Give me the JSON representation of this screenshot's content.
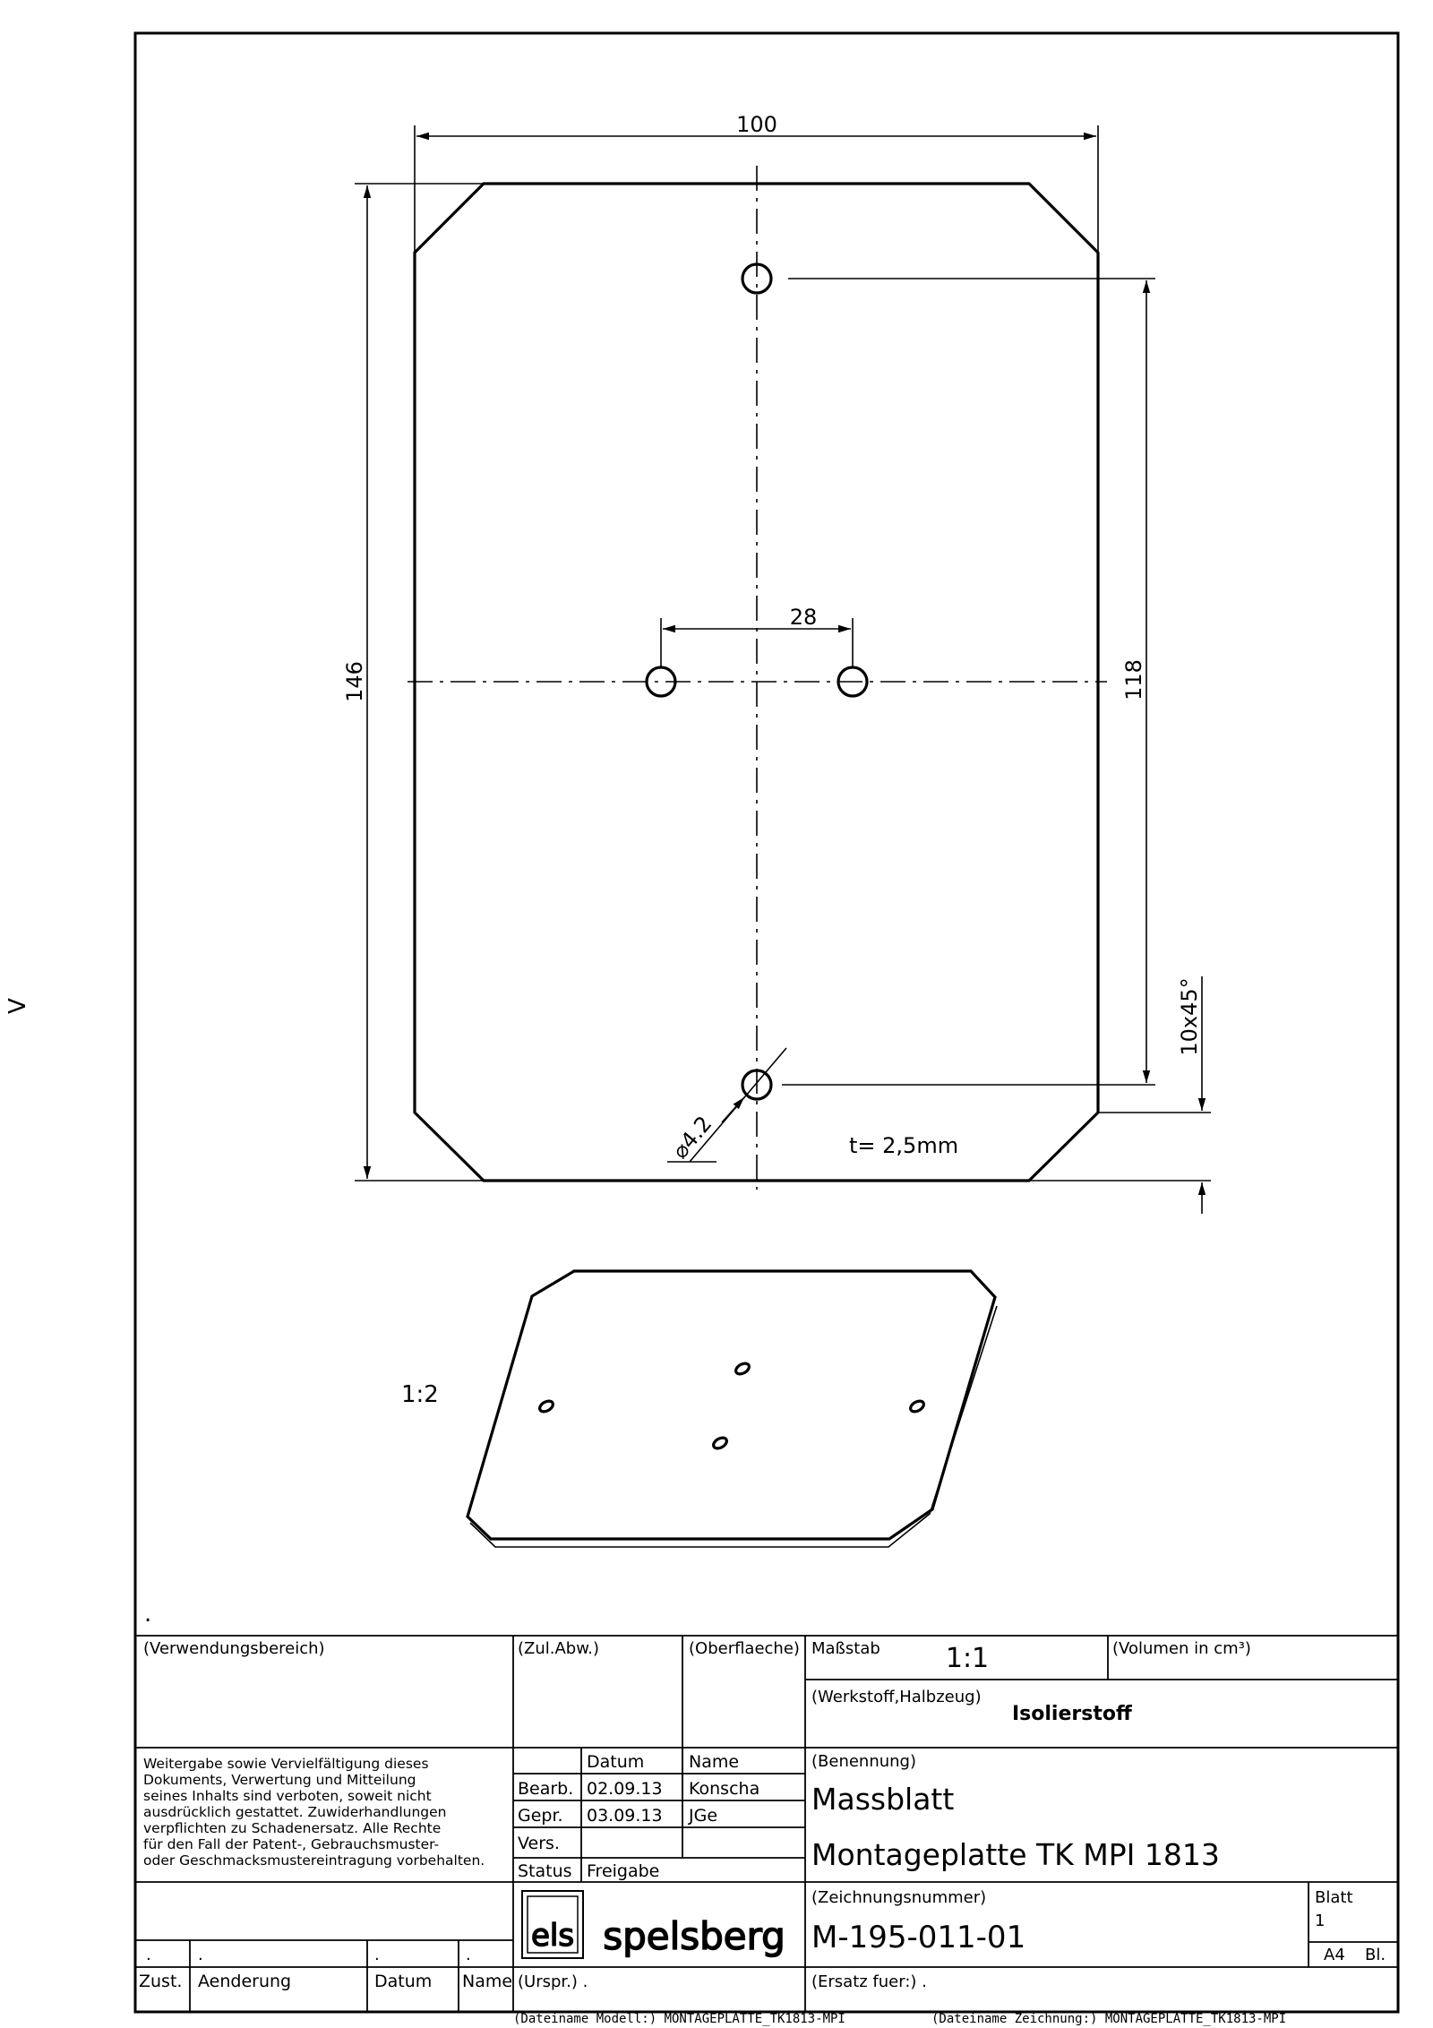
{
  "drawing": {
    "dim_width": "100",
    "dim_height": "146",
    "dim_hole_spacing": "28",
    "dim_hole_vertical": "118",
    "dim_chamfer": "10x45°",
    "dim_hole_diameter": "⌀4.2",
    "thickness_note": "t= 2,5mm",
    "iso_scale": "1:2",
    "side_mark": "V",
    "dot_mark": "."
  },
  "title_block": {
    "verwendungsbereich": "(Verwendungsbereich)",
    "zul_abw": "(Zul.Abw.)",
    "oberflaeche": "(Oberflaeche)",
    "massstab_label": "Maßstab",
    "massstab_value": "1:1",
    "volumen_label": "(Volumen in cm³)",
    "werkstoff_label": "(Werkstoff,Halbzeug)",
    "werkstoff_value": "Isolierstoff",
    "notice_lines": [
      "Weitergabe sowie Vervielfältigung dieses",
      "Dokuments, Verwertung und Mitteilung",
      "seines Inhalts sind verboten, soweit nicht",
      "ausdrücklich gestattet. Zuwiderhandlungen",
      "verpflichten zu Schadenersatz. Alle Rechte",
      "für den Fall der Patent-, Gebrauchsmuster-",
      "oder Geschmacksmustereintragung vorbehalten."
    ],
    "datum_header": "Datum",
    "name_header": "Name",
    "bearb_label": "Bearb.",
    "bearb_datum": "02.09.13",
    "bearb_name": "Konscha",
    "gepr_label": "Gepr.",
    "gepr_datum": "03.09.13",
    "gepr_name": "JGe",
    "vers_label": "Vers.",
    "status_label": "Status",
    "status_value": "Freigabe",
    "benennung_label": "(Benennung)",
    "title_line1": "Massblatt",
    "title_line2": "Montageplatte TK MPI 1813",
    "zeichnungsnummer_label": "(Zeichnungsnummer)",
    "zeichnungsnummer": "M-195-011-01",
    "blatt_label": "Blatt",
    "blatt_value": "1",
    "format_value": "A4",
    "bl_label": "Bl.",
    "logo_els": "els",
    "logo_spelsberg": "spelsberg",
    "ursprung": "(Urspr.) .",
    "ersatz": "(Ersatz fuer:)  .",
    "revision_dot": ".",
    "zust": "Zust.",
    "aenderung": "Aenderung",
    "rev_datum": "Datum",
    "rev_name": "Name"
  },
  "footer": {
    "modell": "(Dateiname Modell:) MONTAGEPLATTE_TK1813-MPI",
    "zeichnung": "(Dateiname Zeichnung:) MONTAGEPLATTE_TK1813-MPI"
  }
}
